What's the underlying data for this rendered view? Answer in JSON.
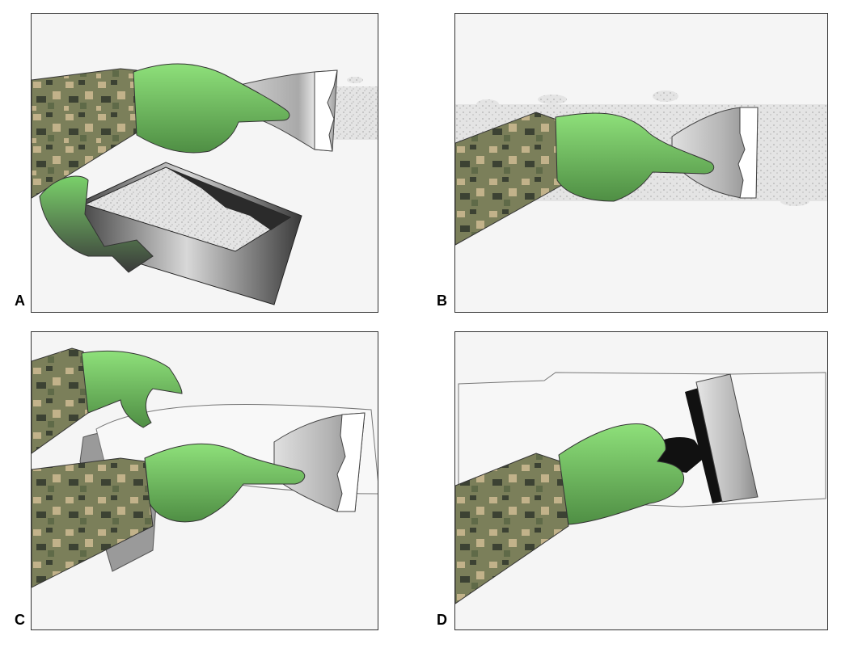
{
  "panels": [
    {
      "label": "A"
    },
    {
      "label": "B"
    },
    {
      "label": "C"
    },
    {
      "label": "D"
    }
  ],
  "colors": {
    "glove": "#7ad16a",
    "glove_dark": "#3f6a36",
    "camo_base": "#7b7f5a",
    "camo_tan": "#c2b28a",
    "camo_dark": "#3c4233",
    "metal_light": "#e6e6e6",
    "metal_dark": "#8f8f8f",
    "panel_bg": "#f5f5f5",
    "handle": "#111111",
    "tray_dark": "#2b2b2b"
  }
}
